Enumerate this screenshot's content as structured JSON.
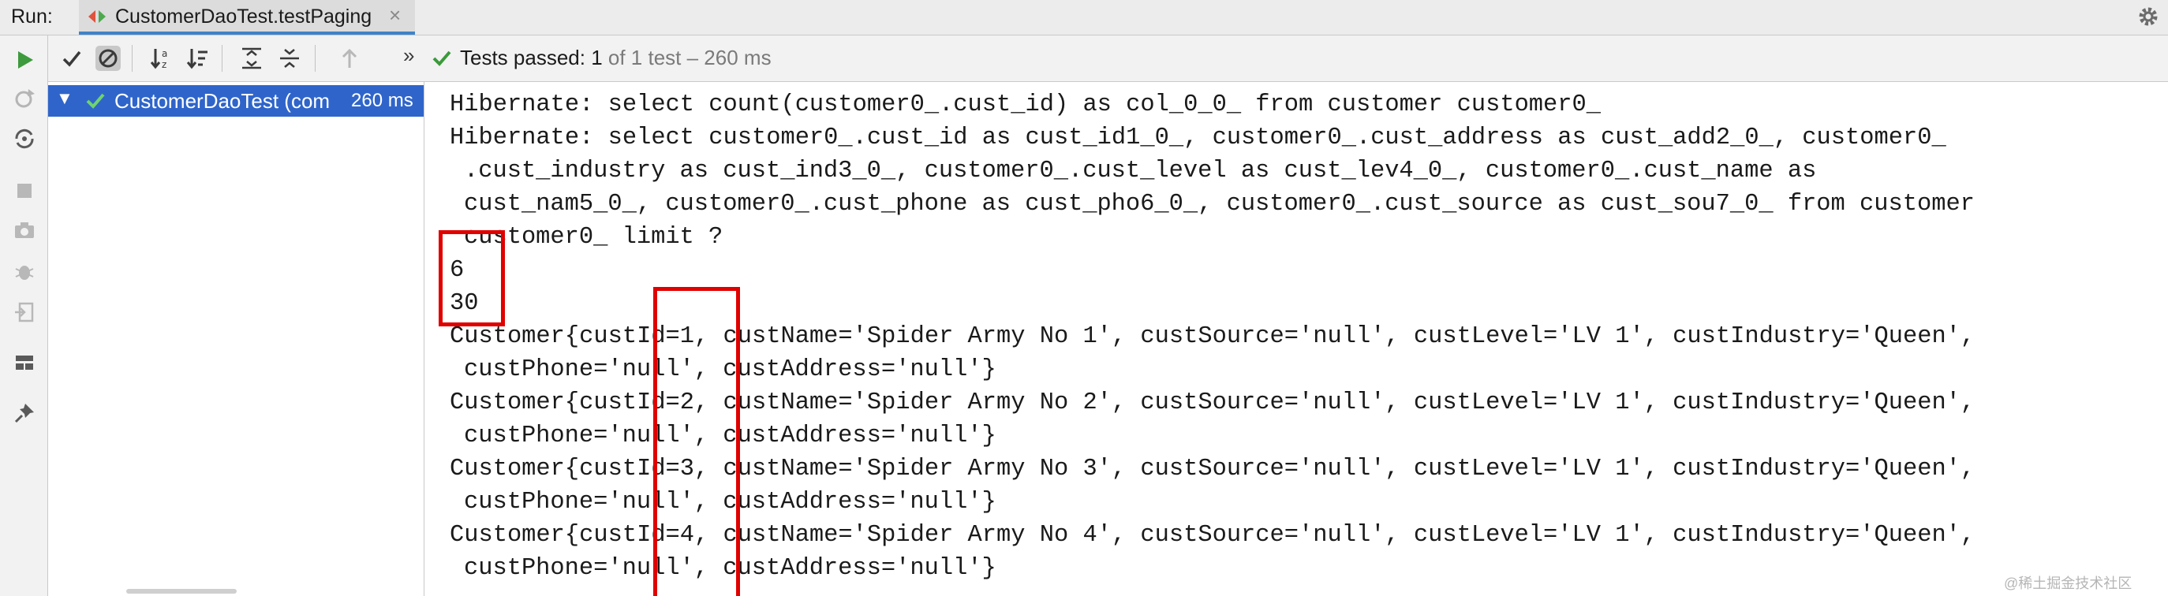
{
  "header": {
    "run_label": "Run:",
    "tab_title": "CustomerDaoTest.testPaging",
    "tab_close": "×"
  },
  "toolbar": {
    "status_passed": "Tests passed: ",
    "status_count": "1",
    "status_rest": " of 1 test – 260 ms",
    "more": "»"
  },
  "tree": {
    "root_label": "CustomerDaoTest (com",
    "root_time": "260 ms",
    "expand_glyph": "▼"
  },
  "console": {
    "lines": [
      "Hibernate: select count(customer0_.cust_id) as col_0_0_ from customer customer0_",
      "Hibernate: select customer0_.cust_id as cust_id1_0_, customer0_.cust_address as cust_add2_0_, customer0_",
      ".cust_industry as cust_ind3_0_, customer0_.cust_level as cust_lev4_0_, customer0_.cust_name as",
      "cust_nam5_0_, customer0_.cust_phone as cust_pho6_0_, customer0_.cust_source as cust_sou7_0_ from customer",
      "customer0_ limit ?",
      "6",
      "30",
      "Customer{custId=1, custName='Spider Army No 1', custSource='null', custLevel='LV 1', custIndustry='Queen',",
      "custPhone='null', custAddress='null'}",
      "Customer{custId=2, custName='Spider Army No 2', custSource='null', custLevel='LV 1', custIndustry='Queen',",
      "custPhone='null', custAddress='null'}",
      "Customer{custId=3, custName='Spider Army No 3', custSource='null', custLevel='LV 1', custIndustry='Queen',",
      "custPhone='null', custAddress='null'}",
      "Customer{custId=4, custName='Spider Army No 4', custSource='null', custLevel='LV 1', custIndustry='Queen',",
      "custPhone='null', custAddress='null'}"
    ]
  },
  "watermark": "@稀土掘金技术社区",
  "colors": {
    "accent_blue": "#2f65ca",
    "pass_green": "#3a9a3a",
    "highlight_red": "#e00000"
  }
}
